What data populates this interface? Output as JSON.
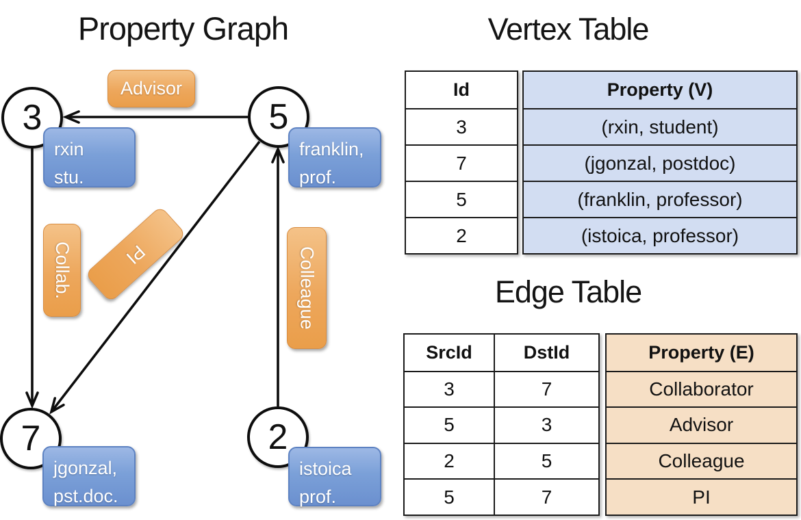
{
  "graph": {
    "title": "Property Graph",
    "nodes": {
      "n3": {
        "id": "3",
        "prop_line1": "rxin",
        "prop_line2": "stu."
      },
      "n5": {
        "id": "5",
        "prop_line1": "franklin,",
        "prop_line2": "prof."
      },
      "n7": {
        "id": "7",
        "prop_line1": "jgonzal,",
        "prop_line2": "pst.doc."
      },
      "n2": {
        "id": "2",
        "prop_line1": "istoica",
        "prop_line2": "prof."
      }
    },
    "edge_labels": {
      "advisor": "Advisor",
      "collab": "Collab.",
      "pi": "PI",
      "colleague": "Colleague"
    }
  },
  "vertex_table": {
    "title": "Vertex Table",
    "id_header": "Id",
    "property_header": "Property (V)",
    "rows": [
      {
        "id": "3",
        "property": "(rxin, student)"
      },
      {
        "id": "7",
        "property": "(jgonzal, postdoc)"
      },
      {
        "id": "5",
        "property": "(franklin, professor)"
      },
      {
        "id": "2",
        "property": "(istoica, professor)"
      }
    ]
  },
  "edge_table": {
    "title": "Edge Table",
    "srcid_header": "SrcId",
    "dstid_header": "DstId",
    "property_header": "Property (E)",
    "rows": [
      {
        "src": "3",
        "dst": "7",
        "property": "Collaborator"
      },
      {
        "src": "5",
        "dst": "3",
        "property": "Advisor"
      },
      {
        "src": "2",
        "dst": "5",
        "property": "Colleague"
      },
      {
        "src": "5",
        "dst": "7",
        "property": "PI"
      }
    ]
  },
  "colors": {
    "edge_label_orange": "#EDA75C",
    "vertex_pill_blue": "#7BA0D8",
    "vertex_table_fill": "#D2DDF2",
    "edge_table_fill": "#F6DFC5",
    "line_black": "#0D0D0D",
    "background": "#FFFFFF"
  }
}
